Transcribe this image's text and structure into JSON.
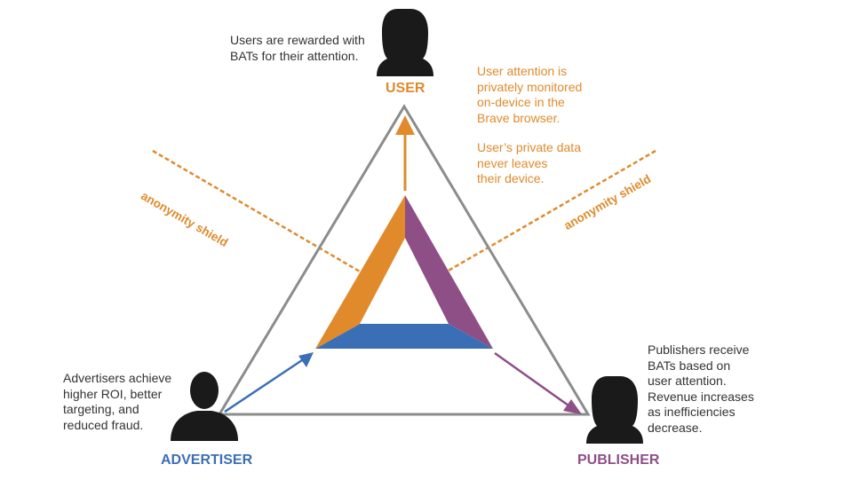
{
  "roles": {
    "user": {
      "label": "USER",
      "color": "#e08a2b"
    },
    "advertiser": {
      "label": "ADVERTISER",
      "color": "#3a6fb5"
    },
    "publisher": {
      "label": "PUBLISHER",
      "color": "#8e4f87"
    }
  },
  "notes": {
    "user_reward": [
      "Users are rewarded with",
      "BATs for their attention."
    ],
    "attention_monitoring": [
      "User attention is",
      "privately monitored",
      "on-device in the",
      "Brave browser."
    ],
    "private_data": [
      "User’s private data",
      "never leaves",
      "their device."
    ],
    "advertiser": [
      "Advertisers achieve",
      "higher ROI, better",
      "targeting, and",
      "reduced fraud."
    ],
    "publisher": [
      "Publishers receive",
      "BATs based on",
      "user attention.",
      "Revenue increases",
      "as inefficiencies",
      "decrease."
    ]
  },
  "shields": {
    "left": "anonymity shield",
    "right": "anonymity shield"
  },
  "colors": {
    "triangle_outline": "#8c8c8c",
    "silhouette": "#1a1a1a",
    "bat_orange": "#e08a2b",
    "bat_purple": "#8e4f87",
    "bat_blue": "#3a6fb5"
  },
  "icons": [
    "woman-silhouette-icon",
    "man-silhouette-icon",
    "bat-logo-icon"
  ]
}
